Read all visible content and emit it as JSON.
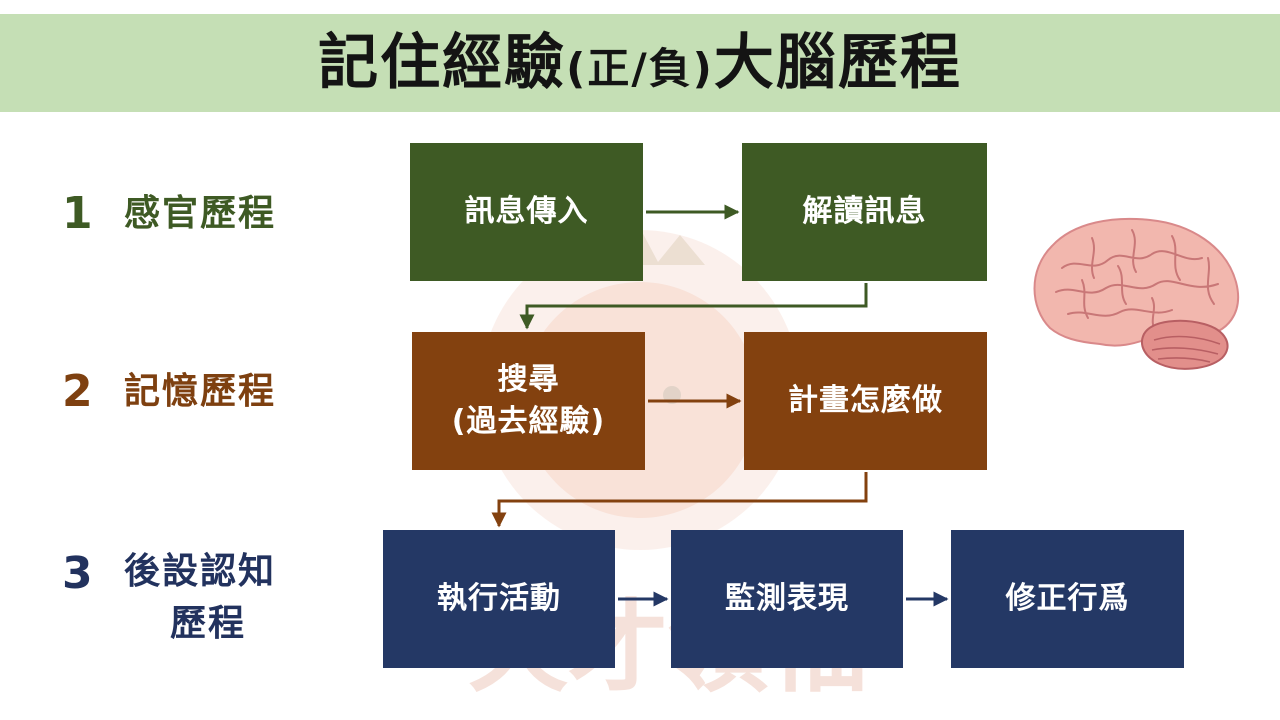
{
  "title": {
    "main": "記住經驗",
    "paren": "(正/負)",
    "suffix": "大腦歷程"
  },
  "stages": [
    {
      "number": "1",
      "label_lines": [
        "感官歷程"
      ]
    },
    {
      "number": "2",
      "label_lines": [
        "記憶歷程"
      ]
    },
    {
      "number": "3",
      "label_lines": [
        "後設認知",
        "歷程"
      ]
    }
  ],
  "boxes": {
    "info_in": [
      "訊息傳入"
    ],
    "decode": [
      "解讀訊息"
    ],
    "search": [
      "搜尋",
      "(過去經驗)"
    ],
    "plan": [
      "計畫怎麼做"
    ],
    "execute": [
      "執行活動"
    ],
    "monitor": [
      "監測表現"
    ],
    "correct": [
      "修正行爲"
    ]
  },
  "watermark": {
    "text": "天才領袖"
  },
  "colors": {
    "header_bg": "#c5dfb5",
    "sensory": "#3e5a24",
    "memory": "#83410f",
    "metacognition": "#243865"
  }
}
